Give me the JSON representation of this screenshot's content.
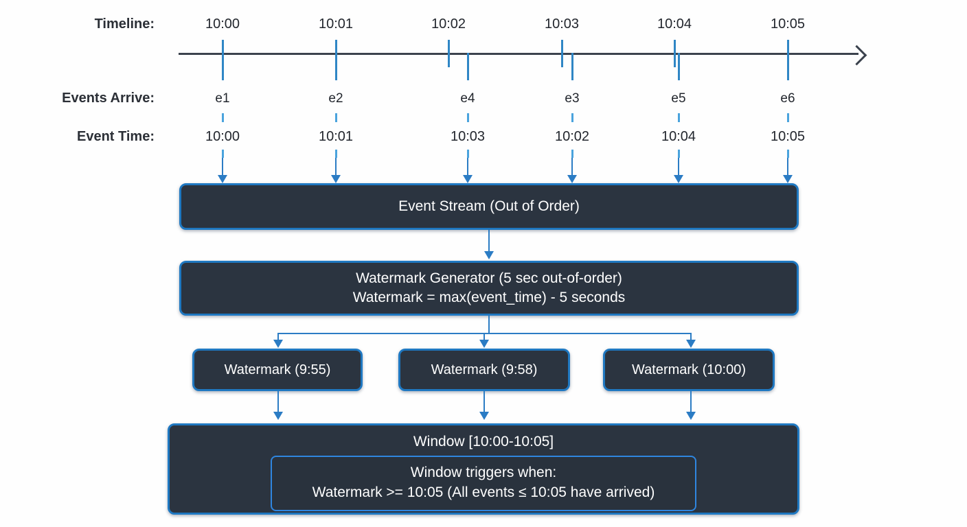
{
  "rows": {
    "timeline_label": "Timeline:",
    "events_arrive_label": "Events Arrive:",
    "event_time_label": "Event Time:"
  },
  "timeline": {
    "ticks": [
      "10:00",
      "10:01",
      "10:02",
      "10:03",
      "10:04",
      "10:05"
    ]
  },
  "events": [
    {
      "name": "e1",
      "event_time": "10:00",
      "arrive_tick": "10:00"
    },
    {
      "name": "e2",
      "event_time": "10:01",
      "arrive_tick": "10:01"
    },
    {
      "name": "e4",
      "event_time": "10:03",
      "arrive_tick": "10:02"
    },
    {
      "name": "e3",
      "event_time": "10:02",
      "arrive_tick": "10:03"
    },
    {
      "name": "e5",
      "event_time": "10:04",
      "arrive_tick": "10:04"
    },
    {
      "name": "e6",
      "event_time": "10:05",
      "arrive_tick": "10:05"
    }
  ],
  "nodes": {
    "event_stream": "Event Stream (Out of Order)",
    "watermark_generator_line1": "Watermark Generator (5 sec out-of-order)",
    "watermark_generator_line2": "Watermark = max(event_time) - 5 seconds",
    "watermarks": [
      "Watermark (9:55)",
      "Watermark (9:58)",
      "Watermark (10:00)"
    ],
    "window_title": "Window [10:00-10:05]",
    "window_trigger_line1": "Window triggers when:",
    "window_trigger_line2": "Watermark >= 10:05 (All events ≤ 10:05 have arrived)"
  },
  "colors": {
    "background": "#fefefe",
    "axis": "#3b424d",
    "tick_blue": "#2f86c5",
    "dash_blue": "#4aa3dd",
    "arrow_blue": "#2b7cc4",
    "node_fill": "#2b3440",
    "node_border": "#1f78c1",
    "inner_border": "#2f86e0",
    "text_dark": "#22262d",
    "text_light": "#ffffff"
  }
}
